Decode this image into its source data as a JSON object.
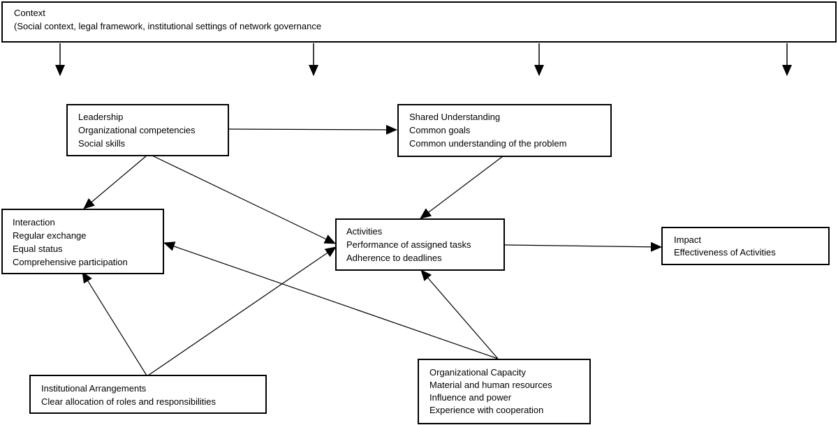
{
  "context": {
    "title": "Context",
    "subtitle": "(Social context, legal framework, institutional  settings  of network governance"
  },
  "leadership": {
    "title": "Leadership",
    "items": [
      "Organizational  competencies",
      "Social skills"
    ]
  },
  "shared_understanding": {
    "title": "Shared Understanding",
    "items": [
      "Common goals",
      "Common understanding of the problem"
    ]
  },
  "interaction": {
    "title": "Interaction",
    "items": [
      "Regular exchange",
      "Equal status",
      "Comprehensive participation"
    ]
  },
  "activities": {
    "title": "Activities",
    "items": [
      "Performance of assigned  tasks",
      "Adherence  to deadlines"
    ]
  },
  "impact": {
    "title": "Impact",
    "items": [
      "Effectiveness of Activities"
    ]
  },
  "institutional_arrangements": {
    "title": "Institutional  Arrangements",
    "items": [
      "Clear allocation of roles  and responsibilities"
    ]
  },
  "organizational_capacity": {
    "title": "Organizational Capacity",
    "items": [
      "Material and human resources",
      "Influence and power",
      "Experience with cooperation"
    ]
  },
  "edges": [
    {
      "from": "context",
      "to": "leadership"
    },
    {
      "from": "context",
      "to": "shared-understanding"
    },
    {
      "from": "context",
      "to": "activities"
    },
    {
      "from": "context",
      "to": "impact"
    },
    {
      "from": "leadership",
      "to": "shared-understanding"
    },
    {
      "from": "leadership",
      "to": "interaction"
    },
    {
      "from": "leadership",
      "to": "activities"
    },
    {
      "from": "shared-understanding",
      "to": "activities"
    },
    {
      "from": "activities",
      "to": "impact"
    },
    {
      "from": "institutional-arrangements",
      "to": "interaction"
    },
    {
      "from": "institutional-arrangements",
      "to": "activities"
    },
    {
      "from": "organizational-capacity",
      "to": "activities"
    },
    {
      "from": "organizational-capacity",
      "to": "interaction"
    }
  ]
}
